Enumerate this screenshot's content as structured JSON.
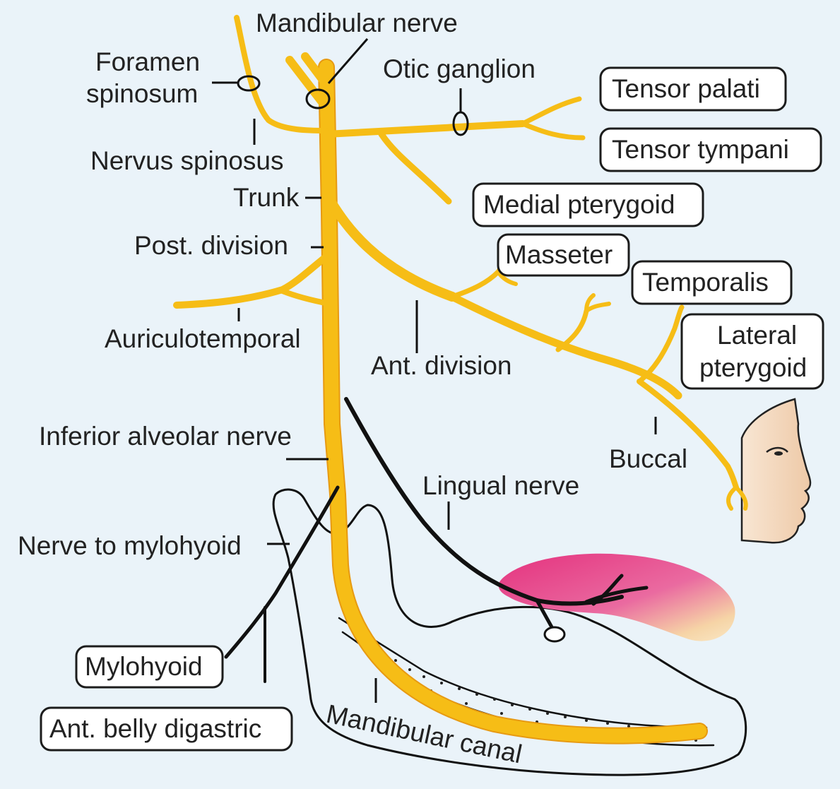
{
  "labels": {
    "mandibular_nerve": "Mandibular nerve",
    "foramen_spinosum_1": "Foramen",
    "foramen_spinosum_2": "spinosum",
    "otic_ganglion": "Otic ganglion",
    "nervus_spinosus": "Nervus spinosus",
    "trunk": "Trunk",
    "post_division": "Post. division",
    "auriculotemporal": "Auriculotemporal",
    "ant_division": "Ant. division",
    "inferior_alveolar_nerve": "Inferior alveolar nerve",
    "lingual_nerve": "Lingual nerve",
    "nerve_to_mylohyoid": "Nerve to mylohyoid",
    "buccal": "Buccal",
    "mandibular_canal": "Mandibular canal"
  },
  "boxes": {
    "tensor_palati": "Tensor palati",
    "tensor_tympani": "Tensor tympani",
    "medial_pterygoid": "Medial pterygoid",
    "masseter": "Masseter",
    "temporalis": "Temporalis",
    "lateral_pterygoid_1": "Lateral",
    "lateral_pterygoid_2": "pterygoid",
    "mylohyoid": "Mylohyoid",
    "ant_belly_digastric": "Ant. belly digastric"
  },
  "colors": {
    "background": "#eaf3f9",
    "nerve": "#f6bd16",
    "nerve_edge": "#e79a12",
    "tongue": "#e8508e",
    "skin": "#f3d9c0"
  }
}
